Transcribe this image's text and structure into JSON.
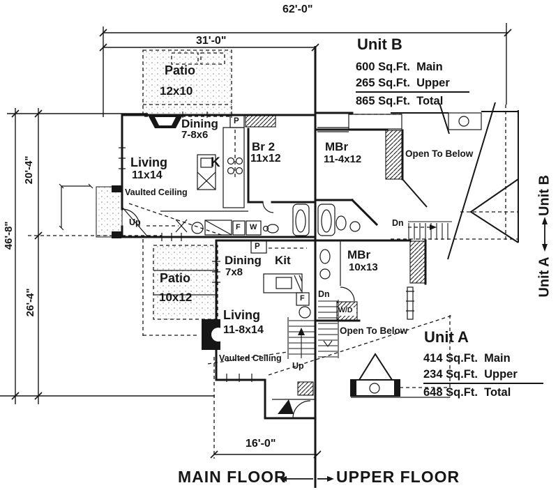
{
  "title": "Duplex floor plan",
  "colors": {
    "ink": "#161616",
    "paper": "#ffffff"
  },
  "dims": {
    "overall_width": "62'-0\"",
    "unit_b_width": "31'-0\"",
    "overall_depth": "46'-8\"",
    "unit_b_depth": "20'-4\"",
    "unit_a_depth": "26'-4\"",
    "unit_a_width": "16'-0\""
  },
  "unit_b": {
    "name": "Unit B",
    "main": "600 Sq.Ft.  Main",
    "upper": "265 Sq.Ft.  Upper",
    "total": "865 Sq.Ft.  Total"
  },
  "unit_a": {
    "name": "Unit A",
    "main": "414 Sq.Ft.  Main",
    "upper": "234 Sq.Ft.  Upper",
    "total": "648 Sq.Ft.  Total"
  },
  "floors": {
    "main": "MAIN FLOOR",
    "upper": "UPPER FLOOR"
  },
  "side": {
    "unit_a": "Unit A",
    "unit_b": "Unit B"
  },
  "rooms": {
    "patio_b": {
      "name": "Patio",
      "size": "12x10"
    },
    "dining_b": {
      "name": "Dining",
      "size": "7-8x6"
    },
    "living_b": {
      "name": "Living",
      "size": "11x14",
      "note": "Vaulted Ceiling"
    },
    "kitchen_b": {
      "name": "K"
    },
    "br2": {
      "name": "Br 2",
      "size": "11x12"
    },
    "mbr_b": {
      "name": "MBr",
      "size": "11-4x12"
    },
    "open_b": {
      "name": "Open To Below"
    },
    "patio_a": {
      "name": "Patio",
      "size": "10x12"
    },
    "dining_a": {
      "name": "Dining",
      "size": "7x8"
    },
    "kitchen_a": {
      "name": "Kit"
    },
    "living_a": {
      "name": "Living",
      "size": "11-8x14",
      "note": "Vaulted Ceiling"
    },
    "mbr_a": {
      "name": "MBr",
      "size": "10x13"
    },
    "open_a": {
      "name": "Open To Below"
    }
  },
  "marks": {
    "up": "Up",
    "dn": "Dn",
    "p": "P",
    "f": "F",
    "w": "W",
    "wd": "W/D"
  }
}
